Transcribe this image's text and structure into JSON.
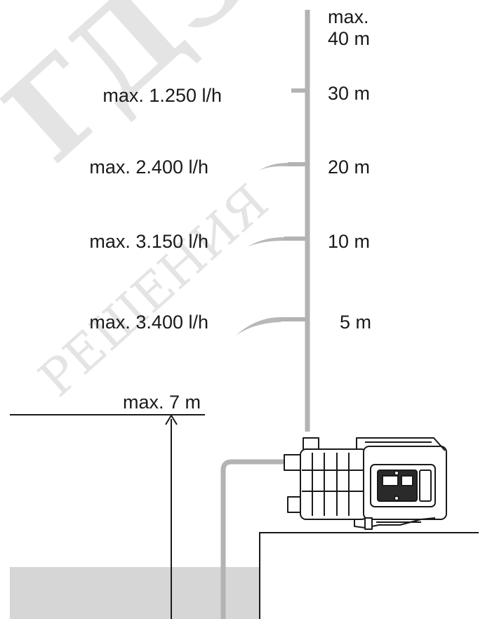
{
  "flow_levels": [
    {
      "flow": "max. 1.250 l/h",
      "height": "30 m"
    },
    {
      "flow": "max. 2.400 l/h",
      "height": "20 m"
    },
    {
      "flow": "max. 3.150 l/h",
      "height": "10 m"
    },
    {
      "flow": "max. 3.400 l/h",
      "height": "5 m"
    }
  ],
  "max_height": {
    "line1": "max.",
    "line2": "40 m"
  },
  "suction": {
    "label": "max. 7 m"
  },
  "watermark": {
    "line1": "ГДЗ",
    "line2": "РЕШЕНИЯ"
  },
  "colors": {
    "pipe": "#b3b3b3",
    "line": "#1a1a1a",
    "water": "#d6d6d6"
  }
}
